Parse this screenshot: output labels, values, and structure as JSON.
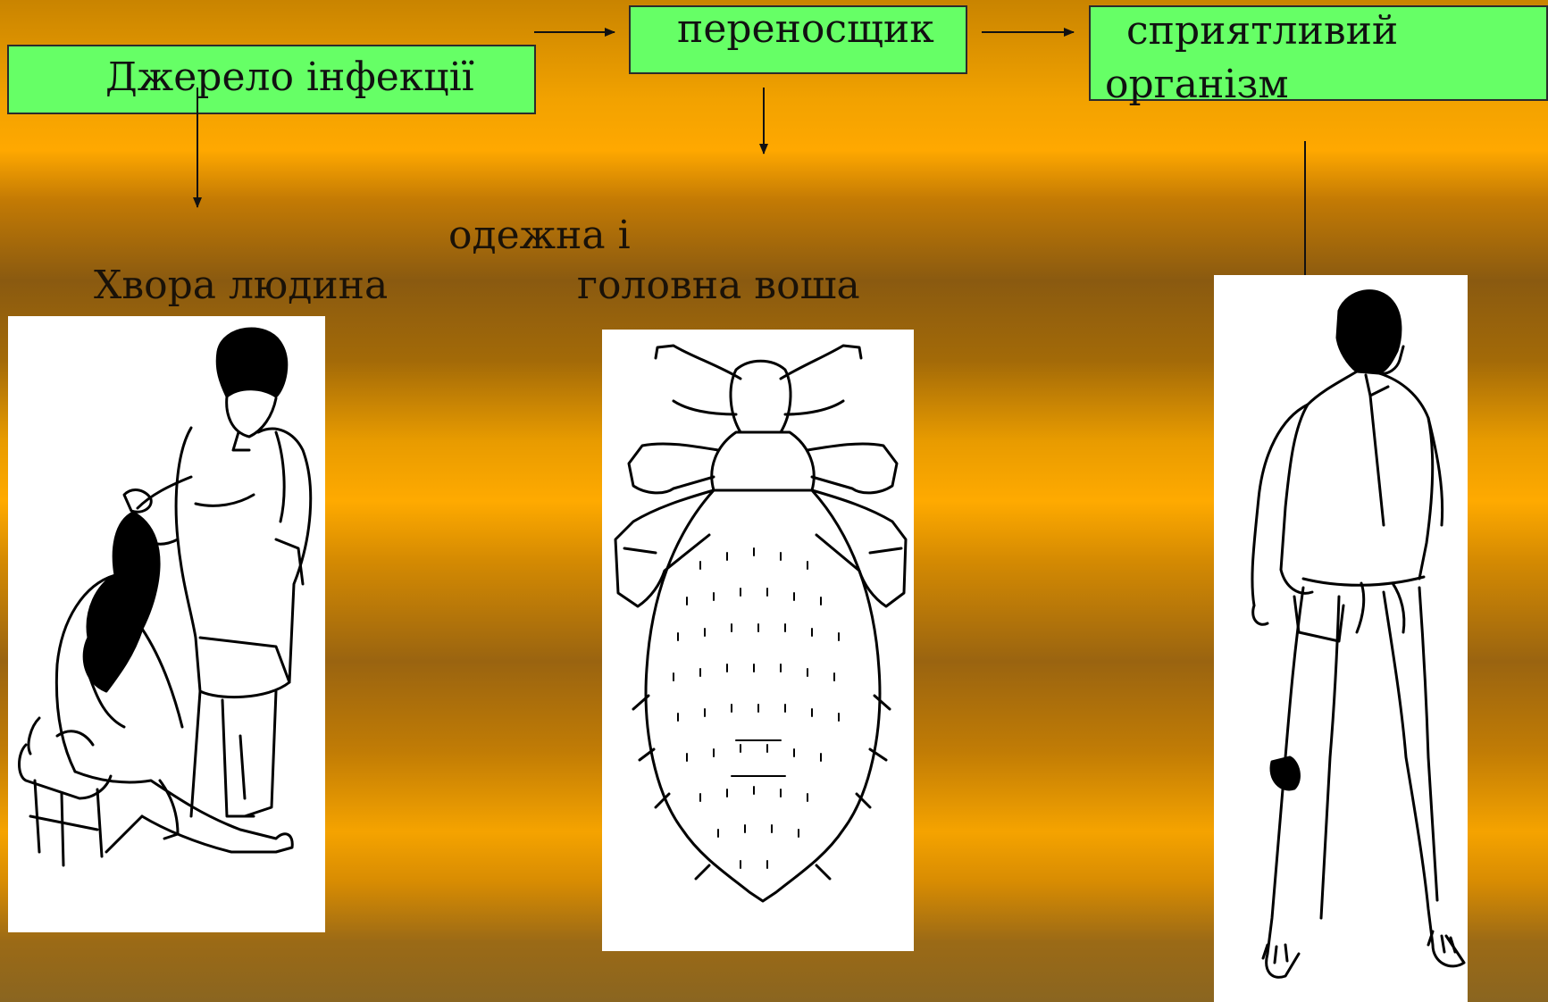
{
  "flow": {
    "source_box": "Джерело інфекції",
    "carrier_box": "переносщик",
    "host_box_line1": "сприятливий",
    "host_box_line2": "організм"
  },
  "labels": {
    "sick_person": "Хвора людина",
    "louse_line1": "одежна і",
    "louse_line2": "головна воша"
  },
  "colors": {
    "box_fill": "#66ff66",
    "background_gold": "#ffa800",
    "background_brown": "#8a5a10"
  },
  "illustrations": {
    "left": "sick-person-delousing-illustration",
    "middle": "louse-illustration",
    "right": "walking-man-illustration"
  }
}
